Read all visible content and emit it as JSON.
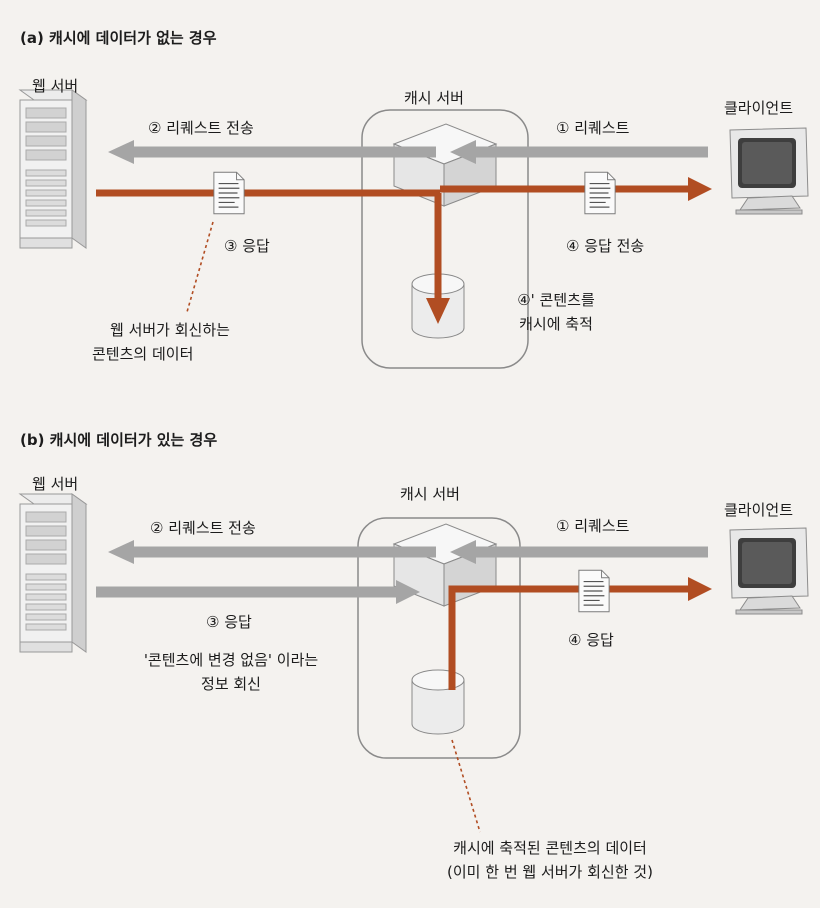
{
  "colors": {
    "forward": "#a5a5a5",
    "response": "#b14d22",
    "box": "#8a8a8a",
    "leader": "#b14d22"
  },
  "icons": [
    "web-server-icon",
    "client-monitor-icon",
    "cache-server-icon",
    "cache-storage-icon",
    "document-icon"
  ],
  "panel_a": {
    "title": "(a) 캐시에 데이터가 없는 경우",
    "web_server": "웹 서버",
    "cache_server": "캐시 서버",
    "client": "클라이언트",
    "step1": "① 리퀘스트",
    "step2": "② 리퀘스트 전송",
    "step3": "③ 응답",
    "step4": "④ 응답 전송",
    "step4p_line1": "④' 콘텐츠를",
    "step4p_line2": "캐시에 축적",
    "note_line1": "웹 서버가 회신하는",
    "note_line2": "콘텐츠의 데이터"
  },
  "panel_b": {
    "title": "(b) 캐시에 데이터가 있는 경우",
    "web_server": "웹 서버",
    "cache_server": "캐시 서버",
    "client": "클라이언트",
    "step1": "① 리퀘스트",
    "step2": "② 리퀘스트 전송",
    "step3": "③ 응답",
    "step4": "④ 응답",
    "note_line1": "'콘텐츠에 변경 없음' 이라는",
    "note_line2": "정보 회신",
    "cache_note_line1": "캐시에 축적된 콘텐츠의 데이터",
    "cache_note_line2": "(이미 한 번 웹 서버가 회신한 것)"
  }
}
